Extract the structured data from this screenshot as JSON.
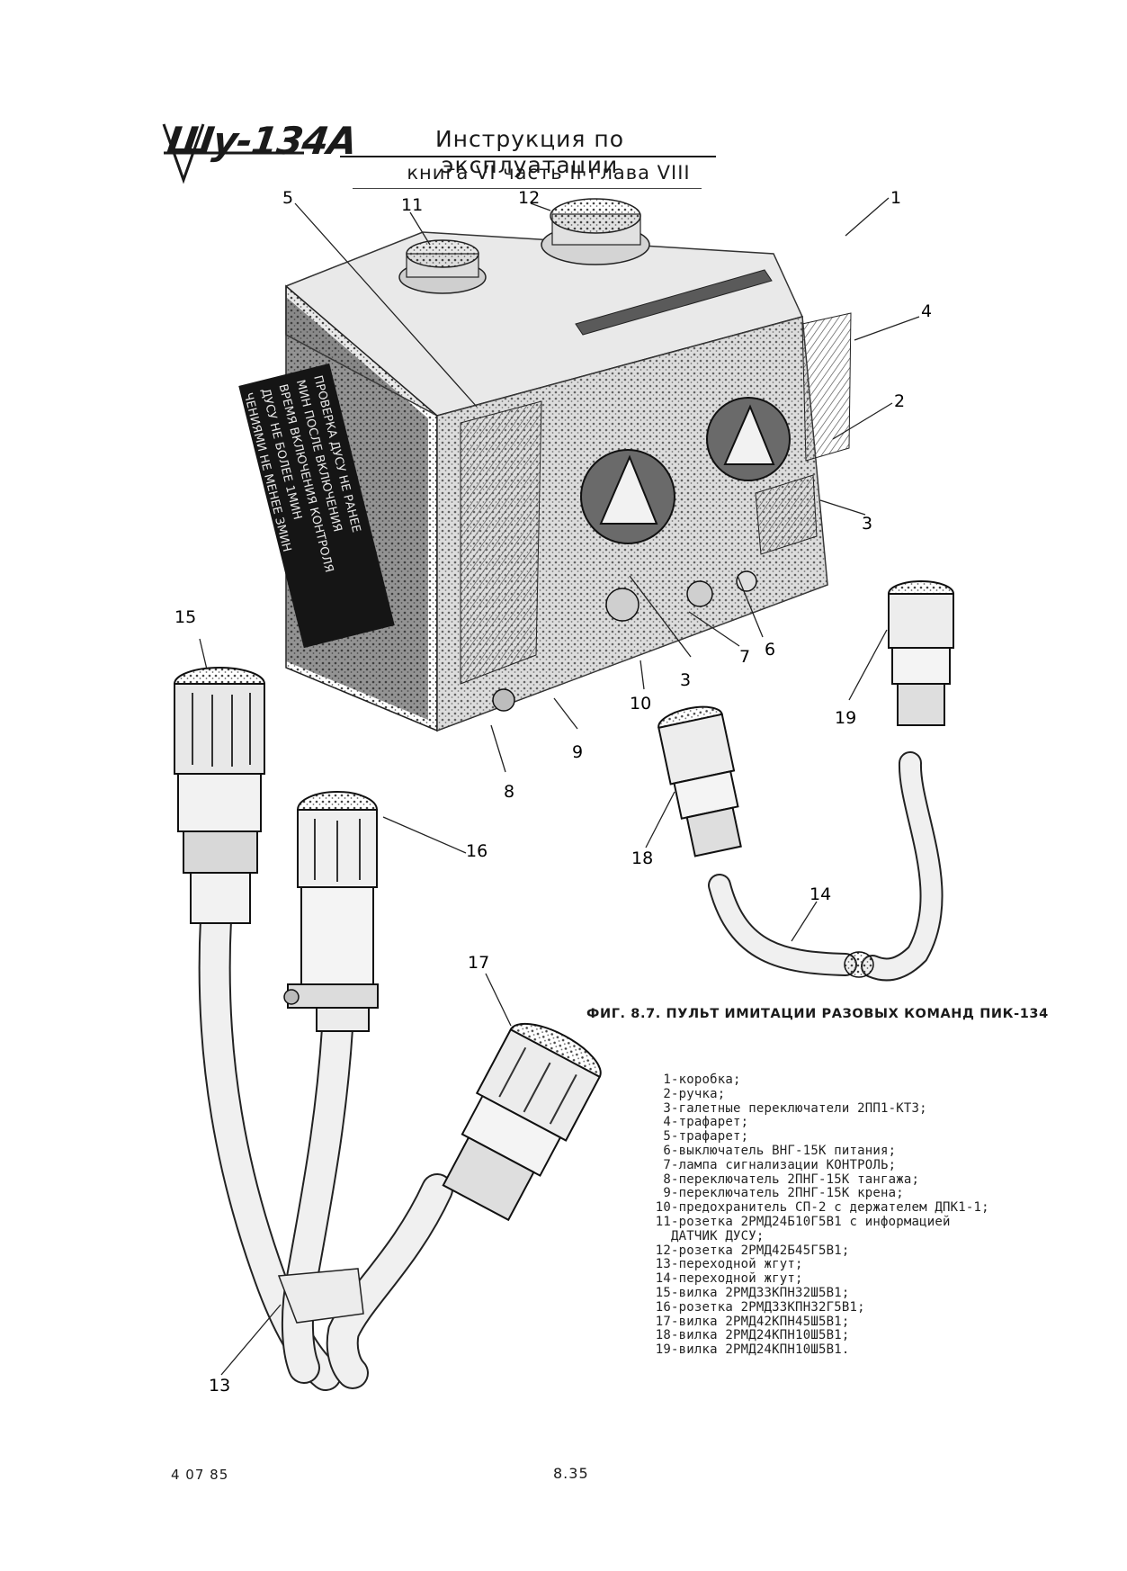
{
  "header": {
    "logo_text": "Шу-134А",
    "title": "Инструкция  по  эксплуатации",
    "subtitle": "книга VI  часть II  глава VIII"
  },
  "figure": {
    "callouts": [
      "1",
      "2",
      "3",
      "4",
      "5",
      "6",
      "7",
      "3",
      "8",
      "9",
      "10",
      "11",
      "12",
      "13",
      "14",
      "15",
      "16",
      "17",
      "18",
      "19"
    ],
    "caption": "ФИГ. 8.7. ПУЛЬТ ИМИТАЦИИ РАЗОВЫХ КОМАНД ПИК-134",
    "plate_text": [
      "ПРОВЕРКА ДУСУ НЕ РАНЕЕ",
      "МИН ПОСЛЕ ВКЛЮЧЕНИЯ",
      "ВРЕМЯ ВКЛЮЧЕНИЯ КОНТРОЛЯ",
      "ДУСУ НЕ БОЛЕЕ 1МИН",
      "ЧЕНИЯМИ НЕ МЕНЕЕ ЗМИН"
    ]
  },
  "legend": [
    {
      "num": "1",
      "text": "-коробка;"
    },
    {
      "num": "2",
      "text": "-ручка;"
    },
    {
      "num": "3",
      "text": "-галетные переключатели 2ПП1-КТ3;"
    },
    {
      "num": "4",
      "text": "-трафарет;"
    },
    {
      "num": "5",
      "text": "-трафарет;"
    },
    {
      "num": "6",
      "text": "-выключатель ВНГ-15К питания;"
    },
    {
      "num": "7",
      "text": "-лампа сигнализации КОНТРОЛЬ;"
    },
    {
      "num": "8",
      "text": "-переключатель 2ПНГ-15К тангажа;"
    },
    {
      "num": "9",
      "text": "-переключатель 2ПНГ-15К крена;"
    },
    {
      "num": "10",
      "text": "-предохранитель СП-2 с держателем ДПК1-1;"
    },
    {
      "num": "11",
      "text": "-розетка 2РМД24Б10Г5В1 с информацией"
    },
    {
      "num": "",
      "text": "ДАТЧИК ДУСУ;"
    },
    {
      "num": "12",
      "text": "-розетка 2РМД42Б45Г5В1;"
    },
    {
      "num": "13",
      "text": "-переходной жгут;"
    },
    {
      "num": "14",
      "text": "-переходной жгут;"
    },
    {
      "num": "15",
      "text": "-вилка 2РМД33КПН32Ш5В1;"
    },
    {
      "num": "16",
      "text": "-розетка 2РМД33КПН32Г5В1;"
    },
    {
      "num": "17",
      "text": "-вилка 2РМД42КПН45Ш5В1;"
    },
    {
      "num": "18",
      "text": "-вилка 2РМД24КПН10Ш5В1;"
    },
    {
      "num": "19",
      "text": "-вилка 2РМД24КПН10Ш5В1."
    }
  ],
  "footer": {
    "code": "4 07 85",
    "page_number": "8.35"
  }
}
